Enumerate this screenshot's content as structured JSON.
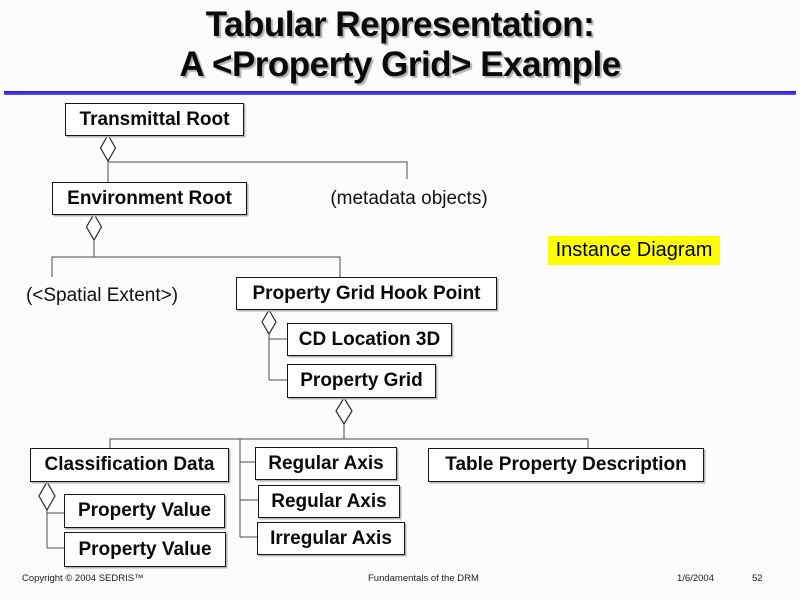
{
  "title": {
    "line1": "Tabular Representation:",
    "line2": "A <Property Grid> Example"
  },
  "colors": {
    "accent_rule_top": "#2b1db8",
    "accent_rule_bottom": "#5a4cff",
    "highlight": "#ffff00"
  },
  "nodes": {
    "transmittal_root": "Transmittal Root",
    "environment_root": "Environment Root",
    "property_grid_hook_point": "Property Grid Hook Point",
    "cd_location_3d": "CD Location 3D",
    "property_grid": "Property Grid",
    "classification_data": "Classification Data",
    "regular_axis_1": "Regular Axis",
    "regular_axis_2": "Regular Axis",
    "irregular_axis": "Irregular Axis",
    "table_property_description": "Table Property Description",
    "property_value_1": "Property Value",
    "property_value_2": "Property Value"
  },
  "annotations": {
    "metadata_objects": "(metadata objects)",
    "spatial_extent": "(<Spatial Extent>)",
    "instance_diagram": "Instance Diagram"
  },
  "footer": {
    "copyright": "Copyright © 2004 SEDRIS™",
    "center": "Fundamentals of the DRM",
    "date": "1/6/2004",
    "page": "52"
  }
}
